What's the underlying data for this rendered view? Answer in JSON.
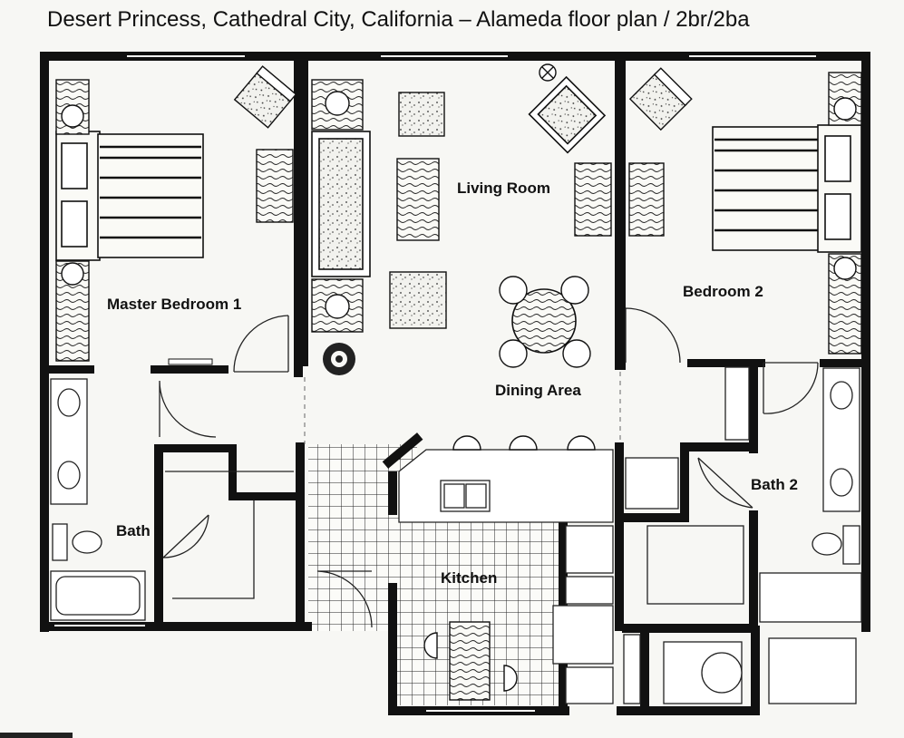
{
  "title": "Desert Princess, Cathedral City, California – Alameda floor plan / 2br/2ba",
  "rooms": {
    "master_bedroom": "Master Bedroom 1",
    "living_room": "Living Room",
    "bedroom2": "Bedroom 2",
    "dining_area": "Dining Area",
    "bath1": "Bath 1",
    "bath2": "Bath 2",
    "kitchen": "Kitchen"
  },
  "colors": {
    "wall": "#111111",
    "line": "#333333",
    "paper": "#f7f7f4"
  }
}
